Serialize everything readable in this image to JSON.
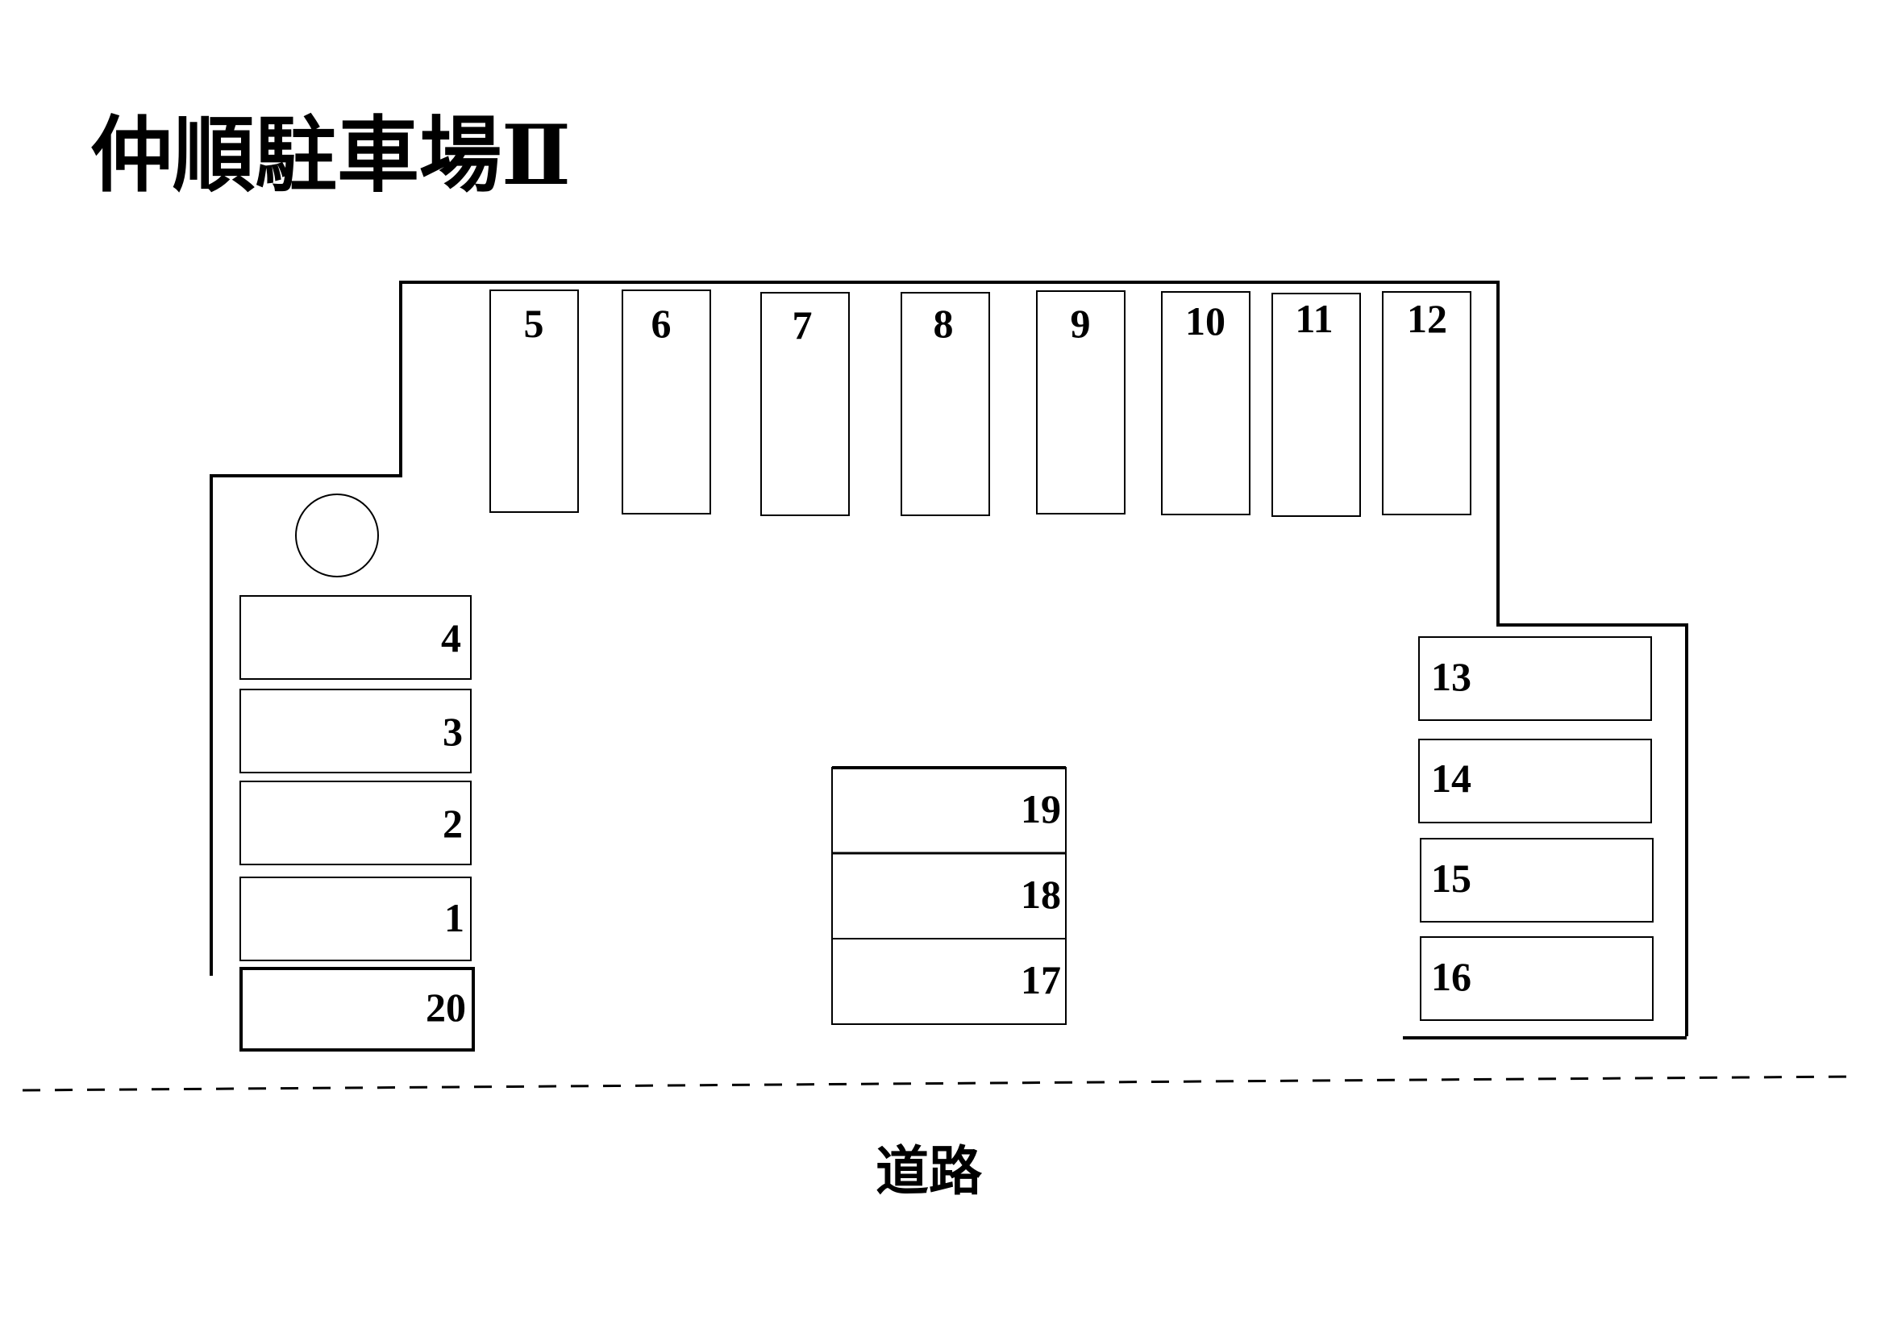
{
  "title": "仲順駐車場Ⅱ",
  "road_label": "道路",
  "spaces": [
    {
      "id": "1",
      "label": "1"
    },
    {
      "id": "2",
      "label": "2"
    },
    {
      "id": "3",
      "label": "3"
    },
    {
      "id": "4",
      "label": "4"
    },
    {
      "id": "5",
      "label": "5"
    },
    {
      "id": "6",
      "label": "6"
    },
    {
      "id": "7",
      "label": "7"
    },
    {
      "id": "8",
      "label": "8"
    },
    {
      "id": "9",
      "label": "9"
    },
    {
      "id": "10",
      "label": "10"
    },
    {
      "id": "11",
      "label": "11"
    },
    {
      "id": "12",
      "label": "12"
    },
    {
      "id": "13",
      "label": "13"
    },
    {
      "id": "14",
      "label": "14"
    },
    {
      "id": "15",
      "label": "15"
    },
    {
      "id": "16",
      "label": "16"
    },
    {
      "id": "17",
      "label": "17"
    },
    {
      "id": "18",
      "label": "18"
    },
    {
      "id": "19",
      "label": "19"
    },
    {
      "id": "20",
      "label": "20"
    }
  ],
  "colors": {
    "line": "#000000",
    "background": "#ffffff"
  }
}
